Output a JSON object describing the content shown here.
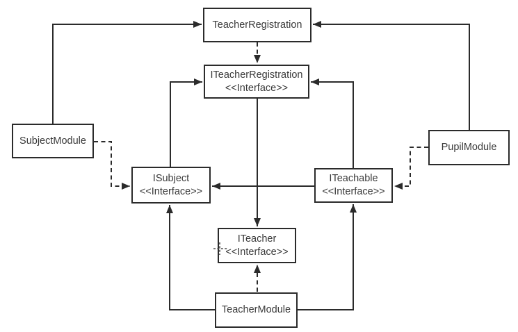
{
  "diagram": {
    "type": "uml-dependency-diagram",
    "nodes": {
      "teacher_registration": {
        "label": "TeacherRegistration"
      },
      "iteacher_registration": {
        "label": "ITeacherRegistration",
        "stereotype": "<<Interface>>"
      },
      "subject_module": {
        "label": "SubjectModule"
      },
      "pupil_module": {
        "label": "PupilModule"
      },
      "isubject": {
        "label": "ISubject",
        "stereotype": "<<Interface>>"
      },
      "iteachable": {
        "label": "ITeachable",
        "stereotype": "<<Interface>>"
      },
      "iteacher": {
        "label": "ITeacher",
        "stereotype": "<<Interface>>"
      },
      "teacher_module": {
        "label": "TeacherModule"
      }
    },
    "edges": [
      {
        "from": "SubjectModule",
        "to": "TeacherRegistration",
        "style": "solid",
        "arrow": "filled"
      },
      {
        "from": "PupilModule",
        "to": "TeacherRegistration",
        "style": "solid",
        "arrow": "filled"
      },
      {
        "from": "TeacherRegistration",
        "to": "ITeacherRegistration",
        "style": "dashed",
        "arrow": "filled"
      },
      {
        "from": "ISubject",
        "to": "ITeacherRegistration",
        "style": "solid",
        "arrow": "filled"
      },
      {
        "from": "ITeachable",
        "to": "ITeacherRegistration",
        "style": "solid",
        "arrow": "filled"
      },
      {
        "from": "ITeacherRegistration",
        "to": "ITeacher",
        "style": "solid",
        "arrow": "filled"
      },
      {
        "from": "ITeachable",
        "to": "ISubject",
        "style": "solid",
        "arrow": "filled"
      },
      {
        "from": "SubjectModule",
        "to": "ISubject",
        "style": "dashed",
        "arrow": "filled"
      },
      {
        "from": "PupilModule",
        "to": "ITeachable",
        "style": "dashed",
        "arrow": "filled"
      },
      {
        "from": "TeacherModule",
        "to": "ISubject",
        "style": "solid",
        "arrow": "filled"
      },
      {
        "from": "TeacherModule",
        "to": "ITeachable",
        "style": "solid",
        "arrow": "filled"
      },
      {
        "from": "TeacherModule",
        "to": "ITeacher",
        "style": "dashed",
        "arrow": "filled"
      }
    ],
    "cursor": {
      "type": "crosshair"
    },
    "colors": {
      "background": "#ffffff",
      "line": "#2b2b2b",
      "box_border": "#2b2b2b",
      "box_fill": "#ffffff",
      "text": "#3a3a3a"
    }
  }
}
